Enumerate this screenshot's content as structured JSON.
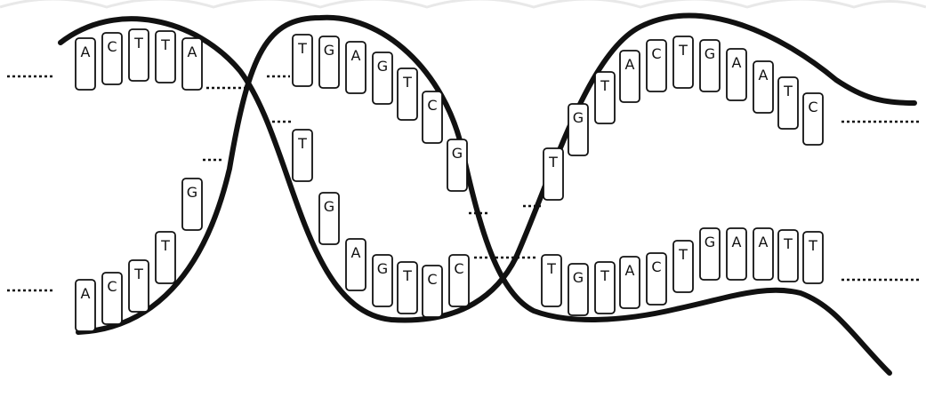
{
  "diagram": {
    "colors": {
      "stroke": "#111111",
      "background": "#ffffff"
    },
    "upper_strand_bases": [
      "A",
      "C",
      "T",
      "T",
      "A",
      "T",
      "G",
      "A",
      "G",
      "T",
      "C",
      "G",
      "T",
      "G",
      "T",
      "A",
      "C",
      "T",
      "G",
      "A",
      "A",
      "T",
      "C"
    ],
    "lower_strand_bases": [
      "A",
      "C",
      "T",
      "T",
      "G",
      "T",
      "G",
      "A",
      "G",
      "T",
      "C",
      "C",
      "T",
      "G",
      "T",
      "A",
      "C",
      "T",
      "G",
      "A",
      "A",
      "T",
      "T"
    ]
  }
}
